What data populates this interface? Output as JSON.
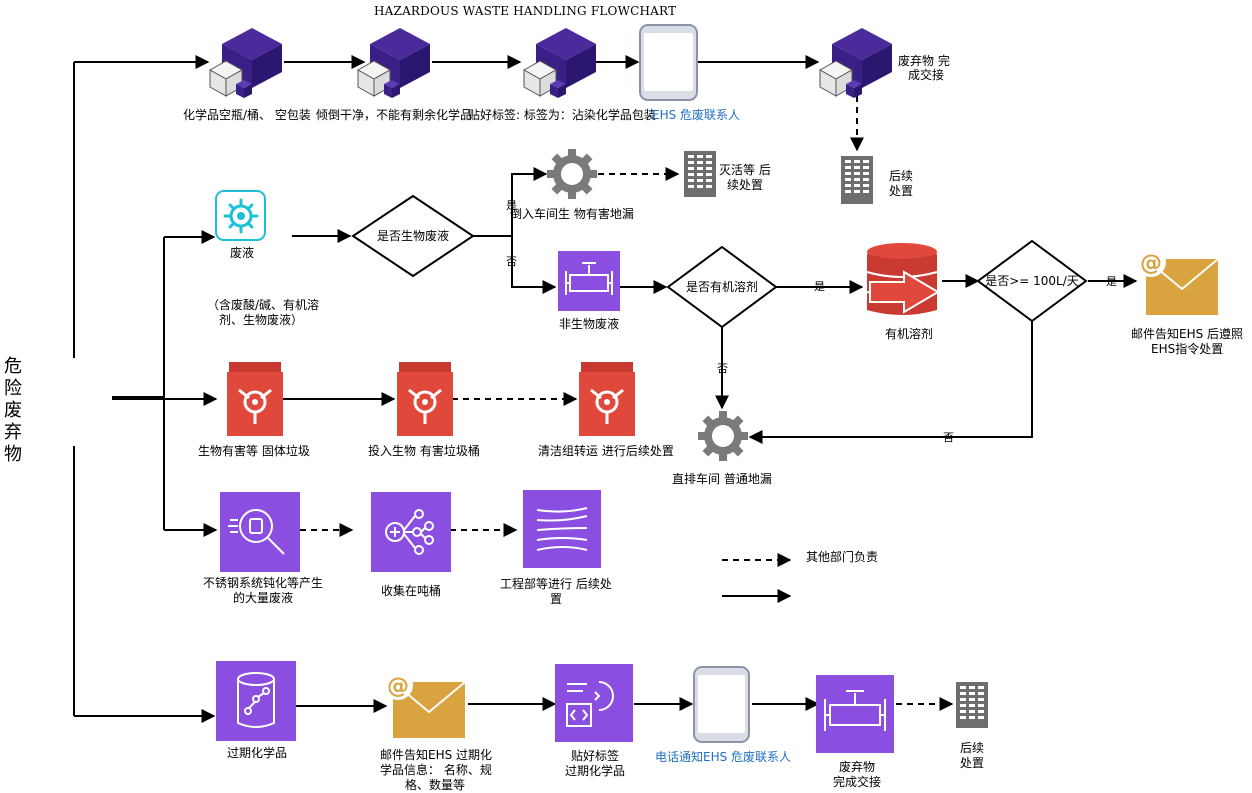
{
  "title": "HAZARDOUS WASTE HANDLING FLOWCHART",
  "side_label": "危险废弃物",
  "colors": {
    "purple": "#7d4ddb",
    "purple_dark": "#2d1b7a",
    "red": "#e0483b",
    "gold": "#d9a440",
    "gray": "#7f7f7f",
    "blue_text": "#1f6fc5",
    "teal": "#1ec0d8"
  },
  "row1": {
    "n1": "化学品空瓶/桶、 空包装",
    "n2": "倾倒干净，不能有剩余化学品",
    "n3": "贴好标签: 标签为：沾染化学品包装",
    "n4": "EHS 危废联系人",
    "n5a": "废弃物 完",
    "n5b": "成交接",
    "n6a": "后续",
    "n6b": "处置"
  },
  "row2": {
    "waste_liquid": "废液",
    "waste_note_a": "（含废酸/碱、有机溶",
    "waste_note_b": "剂、生物废液）",
    "decision_bio": "是否生物废液",
    "yes1": "是",
    "no1": "否",
    "bio_gear": "倒入车间生 物有害地漏",
    "inactivate_a": "灭活等 后",
    "inactivate_b": "续处置",
    "non_bio": "非生物废液",
    "decision_organic": "是否有机溶剂",
    "yes2": "是",
    "no2": "否",
    "organic": "有机溶剂",
    "decision_volume": "是否>= 100L/天",
    "yes3": "是",
    "no3": "否",
    "mail_a": "邮件告知EHS 后遵照",
    "mail_b": "EHS指令处置",
    "drain": "直排车间 普通地漏"
  },
  "row3": {
    "n1": "生物有害等 固体垃圾",
    "n2": "投入生物 有害垃圾桶",
    "n3": "清洁组转运 进行后续处置"
  },
  "row4": {
    "n1a": "不锈钢系统钝化等产生",
    "n1b": "的大量废液",
    "n2": "收集在吨桶",
    "n3a": "工程部等进行 后续处",
    "n3b": "置",
    "legend_dashed": "其他部门负责"
  },
  "row5": {
    "n1": "过期化学品",
    "n2a": "邮件告知EHS 过期化",
    "n2b": "学品信息： 名称、规",
    "n2c": "格、数量等",
    "n3a": "贴好标签",
    "n3b": "过期化学品",
    "n4": "电话通知EHS 危废联系人",
    "n5a": "废弃物",
    "n5b": "完成交接",
    "n6a": "后续",
    "n6b": "处置"
  }
}
